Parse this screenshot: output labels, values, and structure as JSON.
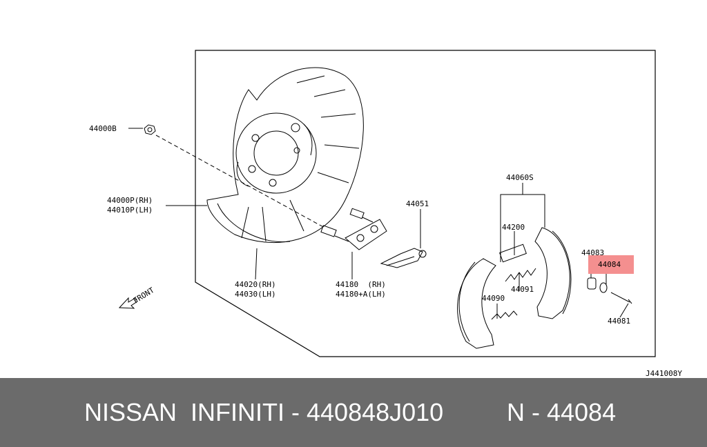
{
  "labels": {
    "p44000b": "44000B",
    "p44000p": "44000P(RH)",
    "p44010p": "44010P(LH)",
    "p44020": "44020(RH)",
    "p44030": "44030(LH)",
    "p44180": "44180  (RH)",
    "p44180a": "44180+A(LH)",
    "p44051": "44051",
    "p44060s": "44060S",
    "p44200": "44200",
    "p44091": "44091",
    "p44090": "44090",
    "p44083": "44083",
    "p44084": "44084",
    "p44081": "44081",
    "front": "FRONT",
    "diagram_code": "J441008Y"
  },
  "highlight_color": "#f48f8f",
  "footer": {
    "brand": "NISSAN  INFINITI - 440848J010",
    "part": "N - 44084",
    "background": "#6b6b6b",
    "text_color": "#ffffff"
  }
}
